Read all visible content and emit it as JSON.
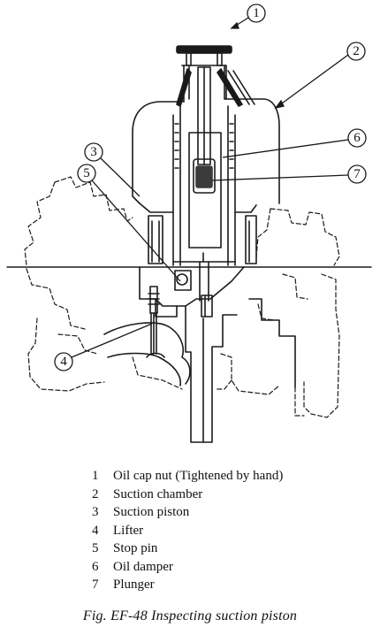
{
  "diagram": {
    "callouts": [
      {
        "number": "1"
      },
      {
        "number": "2"
      },
      {
        "number": "3"
      },
      {
        "number": "4"
      },
      {
        "number": "5"
      },
      {
        "number": "6"
      },
      {
        "number": "7"
      }
    ]
  },
  "legend": {
    "items": [
      {
        "number": "1",
        "label": "Oil cap nut (Tightened by hand)"
      },
      {
        "number": "2",
        "label": "Suction chamber"
      },
      {
        "number": "3",
        "label": "Suction piston"
      },
      {
        "number": "4",
        "label": "Lifter"
      },
      {
        "number": "5",
        "label": "Stop pin"
      },
      {
        "number": "6",
        "label": "Oil damper"
      },
      {
        "number": "7",
        "label": "Plunger"
      }
    ]
  },
  "caption": "Fig. EF-48  Inspecting suction piston"
}
